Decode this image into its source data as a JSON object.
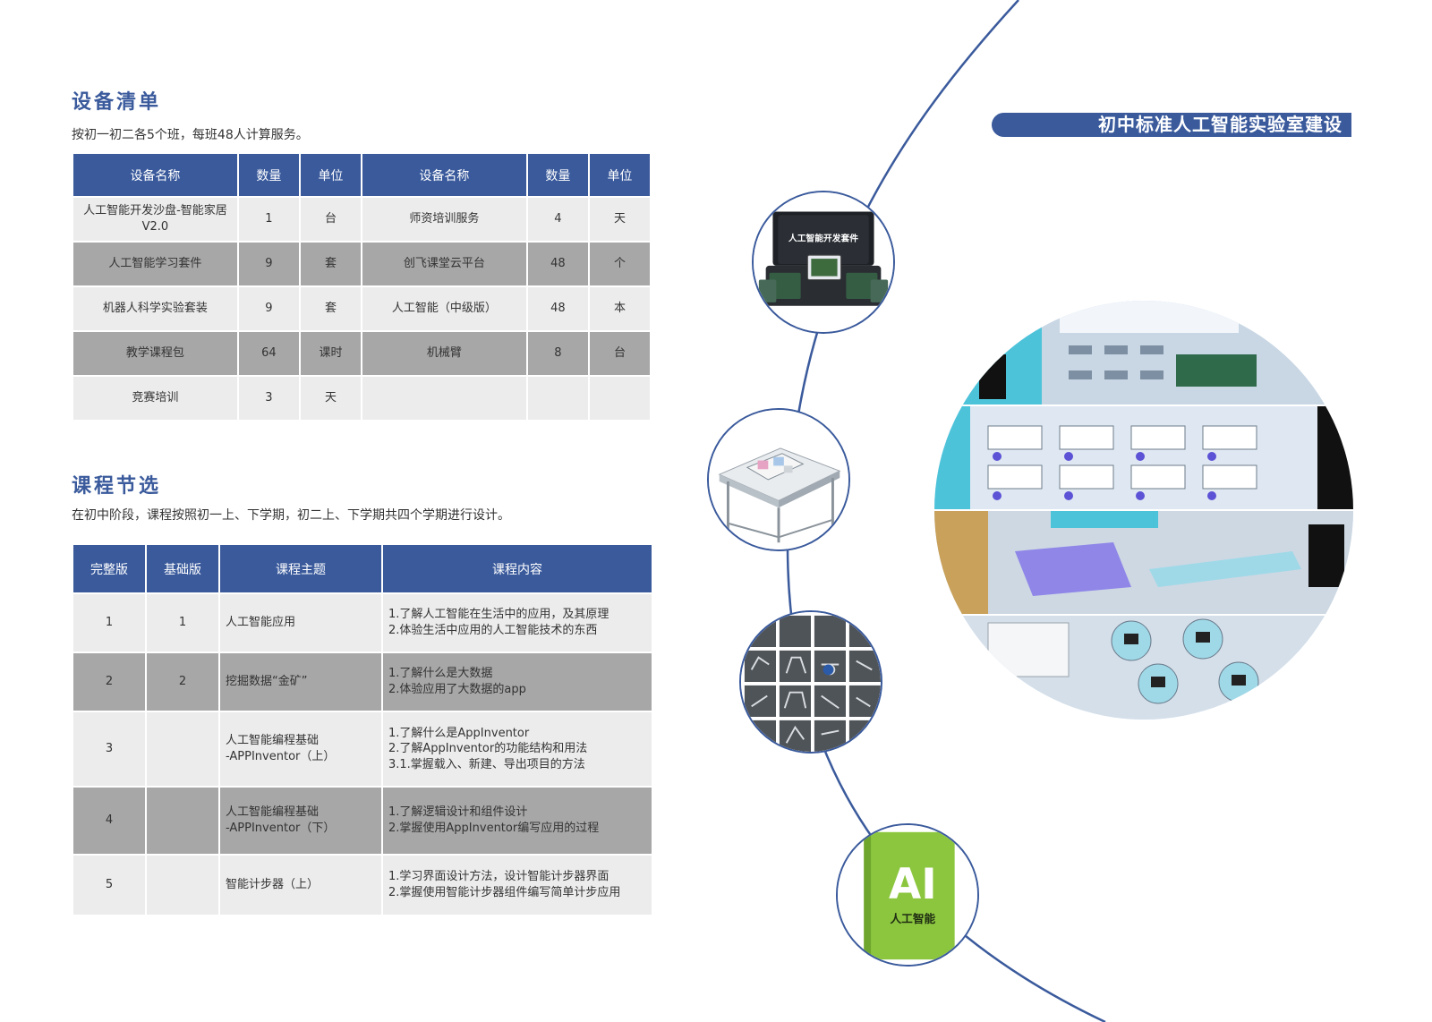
{
  "equipment": {
    "title": "设备清单",
    "description": "按初一初二各5个班，每班48人计算服务。",
    "headers": [
      "设备名称",
      "数量",
      "单位",
      "设备名称",
      "数量",
      "单位"
    ],
    "rows": [
      [
        "人工智能开发沙盘-智能家居V2.0",
        "1",
        "台",
        "师资培训服务",
        "4",
        "天"
      ],
      [
        "人工智能学习套件",
        "9",
        "套",
        "创飞课堂云平台",
        "48",
        "个"
      ],
      [
        "机器人科学实验套装",
        "9",
        "套",
        "人工智能（中级版）",
        "48",
        "本"
      ],
      [
        "教学课程包",
        "64",
        "课时",
        "机械臂",
        "8",
        "台"
      ],
      [
        "竞赛培训",
        "3",
        "天",
        "",
        "",
        ""
      ]
    ]
  },
  "course": {
    "title": "课程节选",
    "description": "在初中阶段，课程按照初一上、下学期，初二上、下学期共四个学期进行设计。",
    "headers": [
      "完整版",
      "基础版",
      "课程主题",
      "课程内容"
    ],
    "rows": [
      {
        "full": "1",
        "basic": "1",
        "topic": [
          "人工智能应用"
        ],
        "content": [
          "1.了解人工智能在生活中的应用，及其原理",
          "2.体验生活中应用的人工智能技术的东西"
        ]
      },
      {
        "full": "2",
        "basic": "2",
        "topic": [
          "挖掘数据“金矿”"
        ],
        "content": [
          "1.了解什么是大数据",
          "2.体验应用了大数据的app"
        ]
      },
      {
        "full": "3",
        "basic": "",
        "topic": [
          "人工智能编程基础",
          "-APPInventor（上）"
        ],
        "content": [
          "1.了解什么是AppInventor",
          "2.了解AppInventor的功能结构和用法",
          "3.1.掌握载入、新建、导出项目的方法"
        ]
      },
      {
        "full": "4",
        "basic": "",
        "topic": [
          "人工智能编程基础",
          "-APPInventor（下）"
        ],
        "content": [
          "1.了解逻辑设计和组件设计",
          "2.掌握使用AppInventor编写应用的过程"
        ]
      },
      {
        "full": "5",
        "basic": "",
        "topic": [
          "智能计步器（上）"
        ],
        "content": [
          "1.学习界面设计方法，设计智能计步器界面",
          "2.掌握使用智能计步器组件编写简单计步应用"
        ]
      }
    ]
  },
  "banner": "初中标准人工智能实验室建设",
  "images": {
    "kit_case_text": "人工智能开发套件",
    "book_logo": "AI",
    "book_title": "人工智能"
  }
}
